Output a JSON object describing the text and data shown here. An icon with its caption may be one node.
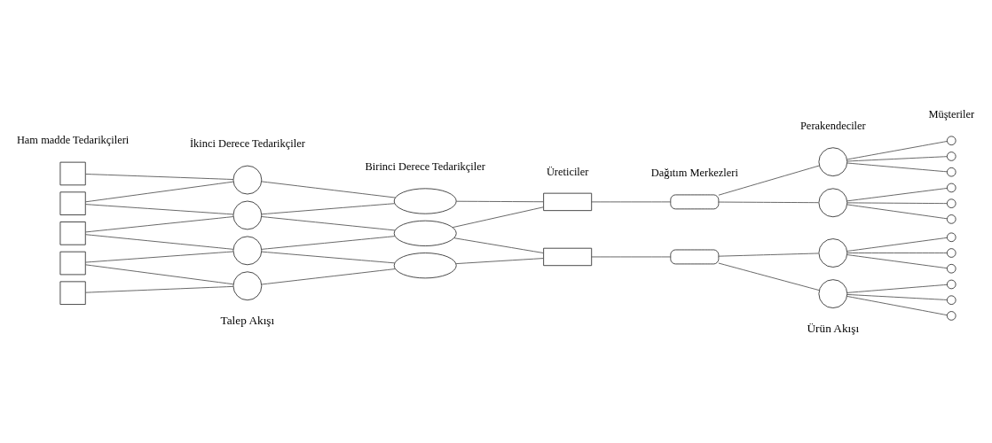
{
  "diagram": {
    "nodes": [
      {
        "text": [],
        "shape": "box"
      },
      {
        "text": [],
        "shape": "box"
      },
      {
        "text": [],
        "shape": "box"
      },
      {
        "text": [],
        "shape": "box"
      },
      {
        "text": [],
        "shape": "box"
      },
      {
        "text": [],
        "shape": "circle"
      },
      {
        "text": [],
        "shape": "circle"
      },
      {
        "text": [],
        "shape": "circle"
      },
      {
        "text": [],
        "shape": "circle"
      },
      {
        "text": [],
        "shape": "ellipse"
      },
      {
        "text": [],
        "shape": "ellipse"
      },
      {
        "text": [],
        "shape": "ellipse"
      },
      {
        "text": [],
        "shape": "box"
      },
      {
        "text": [],
        "shape": "box"
      },
      {
        "text": [],
        "shape": "box"
      },
      {
        "text": [],
        "shape": "box"
      },
      {
        "text": [],
        "shape": "circle"
      },
      {
        "text": [],
        "shape": "circle"
      },
      {
        "text": [],
        "shape": "circle"
      },
      {
        "text": [],
        "shape": "circle"
      },
      {
        "text": [],
        "shape": "circle"
      },
      {
        "text": [],
        "shape": "circle"
      },
      {
        "text": [],
        "shape": "circle"
      },
      {
        "text": [],
        "shape": "circle"
      },
      {
        "text": [],
        "shape": "circle"
      },
      {
        "text": [],
        "shape": "circle"
      },
      {
        "text": [],
        "shape": "circle"
      },
      {
        "text": [],
        "shape": "circle"
      },
      {
        "text": [],
        "shape": "circle"
      },
      {
        "text": [],
        "shape": "circle"
      },
      {
        "text": [],
        "shape": "circle"
      },
      {
        "text": [],
        "shape": "circle"
      }
    ],
    "edges": [
      {
        "from": 0,
        "to": 5,
        "arrow": "none"
      },
      {
        "from": 1,
        "to": 5,
        "arrow": "none"
      },
      {
        "from": 1,
        "to": 6,
        "arrow": "none"
      },
      {
        "from": 2,
        "to": 6,
        "arrow": "none"
      },
      {
        "from": 2,
        "to": 7,
        "arrow": "none"
      },
      {
        "from": 3,
        "to": 7,
        "arrow": "none"
      },
      {
        "from": 3,
        "to": 8,
        "arrow": "none"
      },
      {
        "from": 4,
        "to": 8,
        "arrow": "none"
      },
      {
        "from": 5,
        "to": 9,
        "arrow": "none"
      },
      {
        "from": 6,
        "to": 9,
        "arrow": "none"
      },
      {
        "from": 6,
        "to": 10,
        "arrow": "none"
      },
      {
        "from": 7,
        "to": 10,
        "arrow": "none"
      },
      {
        "from": 7,
        "to": 11,
        "arrow": "none"
      },
      {
        "from": 8,
        "to": 11,
        "arrow": "none"
      },
      {
        "from": 9,
        "to": 12,
        "arrow": "none"
      },
      {
        "from": 10,
        "to": 12,
        "arrow": "none"
      },
      {
        "from": 10,
        "to": 13,
        "arrow": "none"
      },
      {
        "from": 11,
        "to": 13,
        "arrow": "none"
      },
      {
        "from": 12,
        "to": 14,
        "arrow": "none"
      },
      {
        "from": 13,
        "to": 15,
        "arrow": "none"
      },
      {
        "from": 14,
        "to": 16,
        "arrow": "none"
      },
      {
        "from": 14,
        "to": 17,
        "arrow": "none"
      },
      {
        "from": 15,
        "to": 18,
        "arrow": "none"
      },
      {
        "from": 15,
        "to": 19,
        "arrow": "none"
      },
      {
        "from": 16,
        "to": 20,
        "arrow": "none"
      },
      {
        "from": 16,
        "to": 21,
        "arrow": "none"
      },
      {
        "from": 16,
        "to": 22,
        "arrow": "none"
      },
      {
        "from": 17,
        "to": 23,
        "arrow": "none"
      },
      {
        "from": 17,
        "to": 24,
        "arrow": "none"
      },
      {
        "from": 17,
        "to": 25,
        "arrow": "none"
      },
      {
        "from": 18,
        "to": 26,
        "arrow": "none"
      },
      {
        "from": 18,
        "to": 27,
        "arrow": "none"
      },
      {
        "from": 18,
        "to": 28,
        "arrow": "none"
      },
      {
        "from": 19,
        "to": 29,
        "arrow": "none"
      },
      {
        "from": 19,
        "to": 30,
        "arrow": "none"
      },
      {
        "from": 19,
        "to": 31,
        "arrow": "none"
      }
    ],
    "labels": [
      "Talep Akışı",
      "Ürün Akışı",
      "Ham madde Tedarikçileri",
      "İkinci Derece Tedarikçiler",
      "Birinci Derece Tedarikçiler",
      "Üreticiler",
      "Dağıtım Merkezleri",
      "Perakendeciler",
      "Müşteriler"
    ]
  }
}
